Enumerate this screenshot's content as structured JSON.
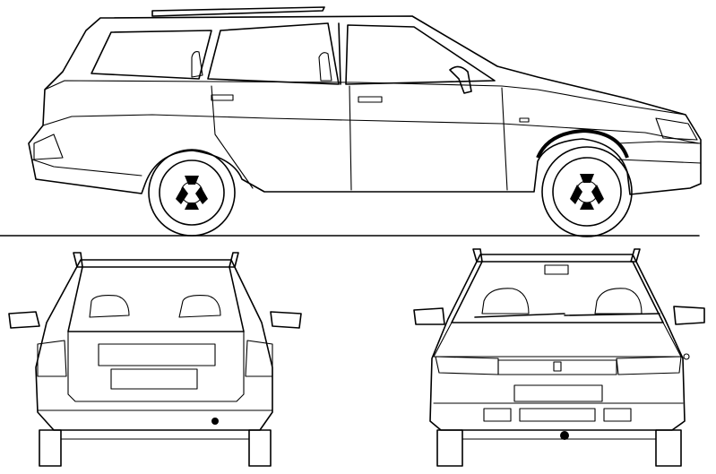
{
  "drawing": {
    "views": [
      {
        "id": "side-view"
      },
      {
        "id": "rear-view"
      },
      {
        "id": "front-view"
      }
    ],
    "colors": {
      "line": "#000000",
      "background": "#ffffff"
    }
  }
}
